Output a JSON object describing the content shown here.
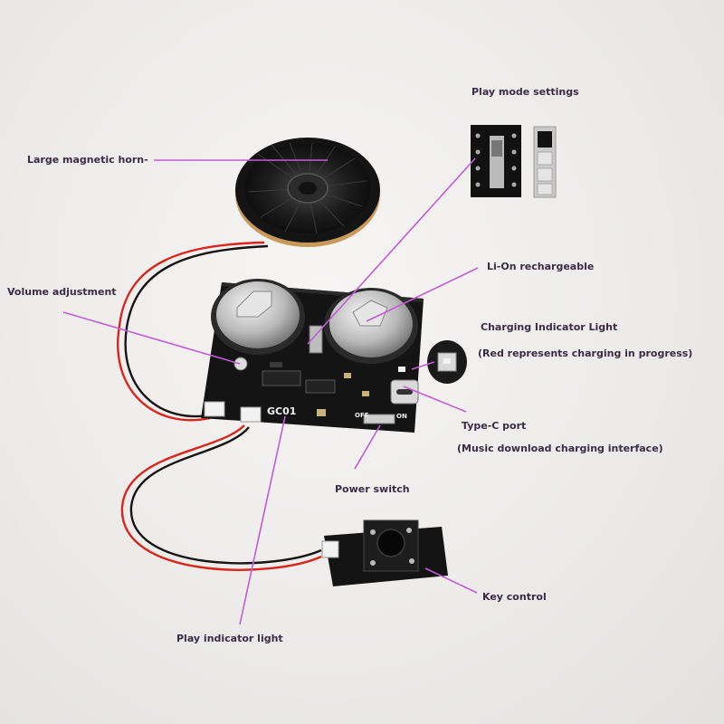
{
  "labels": {
    "play_mode": "Play mode settings",
    "horn": "Large magnetic horn-",
    "li_on": "Li-On rechargeable",
    "volume": "Volume adjustment",
    "charging_title": "Charging Indicator Light",
    "charging_note": "(Red represents charging in progress)",
    "typec_title": "Type-C port",
    "typec_note": "(Music download charging interface)",
    "power": "Power switch",
    "key": "Key control",
    "play_light": "Play indicator light"
  },
  "board": {
    "model": "GC01",
    "off": "OFF",
    "on": "ON"
  },
  "colors": {
    "leader": "#c45bd6",
    "label": "#3a2c44",
    "pcb": "#141414",
    "wire_red": "#d8261c",
    "wire_black": "#151515"
  }
}
